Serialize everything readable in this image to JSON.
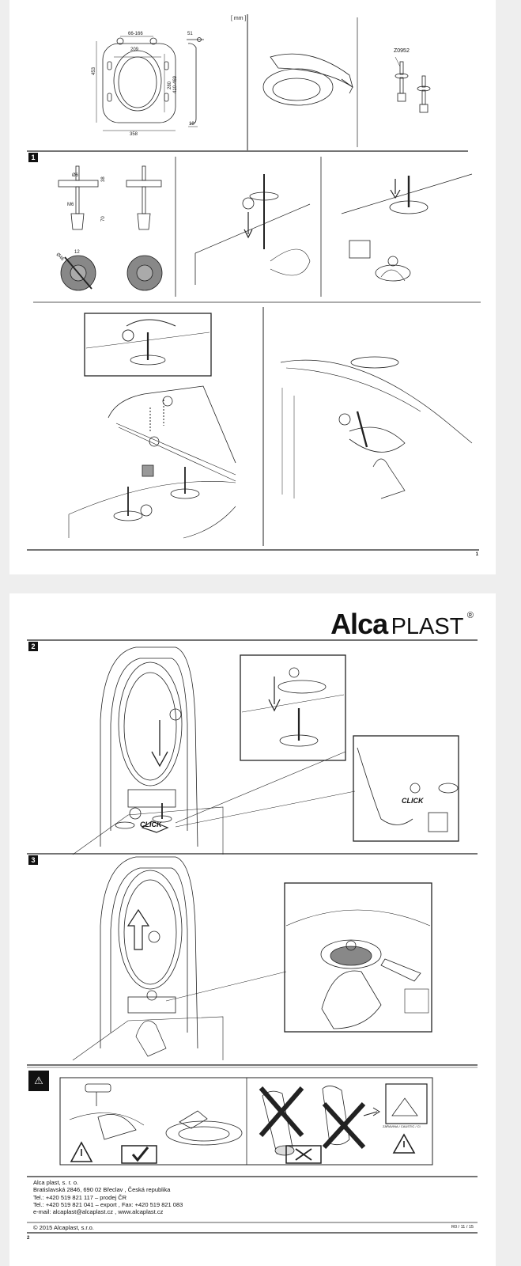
{
  "brand": {
    "name_bold": "Alca",
    "name_light": "PLAST",
    "reg": "®"
  },
  "page1": {
    "unit_label": "[ mm ]",
    "dims": [
      "66-166",
      "51",
      "209",
      "453",
      "280",
      "410-469",
      "358",
      "18"
    ],
    "part_code": "Z0952",
    "step1": "1",
    "bolt_dims": [
      "Ø6",
      "M6",
      "38",
      "70",
      "12",
      "Ø46"
    ],
    "page_number": "1"
  },
  "page2": {
    "step2": "2",
    "step3": "3",
    "click_label": "CLICK",
    "caustic_label": "ZÁŘAVINA / CAUSTIC / Cl",
    "footer_lines": [
      "Alca plast, s. r. o.",
      "Bratislavská 2846, 690 02 Břeclav , Česká republika",
      "Tel.: +420 519 821 117 – prodej ČR",
      "Tel.: +420 519 821 041 – export , Fax: +420 519 821 083",
      "e-mail: alcaplast@alcaplast.cz , www.alcaplast.cz"
    ],
    "copyright": "© 2015 Alcaplast, s.r.o.",
    "revision": "R0 / 11 / 15",
    "page_number": "2"
  }
}
